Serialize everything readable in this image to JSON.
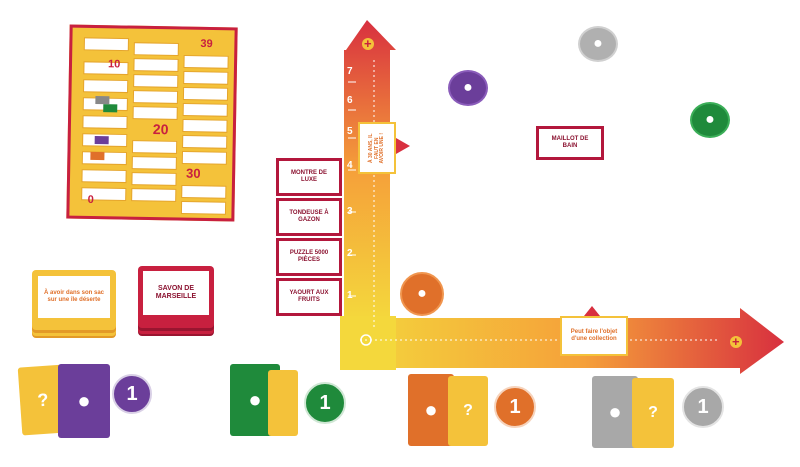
{
  "board": {
    "labels": [
      "39",
      "10",
      "20",
      "30",
      "0"
    ]
  },
  "axis_numbers": [
    "7",
    "6",
    "5",
    "4",
    "3",
    "2",
    "1"
  ],
  "plus_symbols": [
    "+",
    "+"
  ],
  "vertical_scale_card": "À 30 ans, il faut en avoir une !",
  "horizontal_scale_card": "Peut faire l'objet d'une collection",
  "axis_cards": [
    "MONTRE DE LUXE",
    "TONDEUSE À GAZON",
    "PUZZLE 5000 PIÈCES",
    "YAOURT AUX FRUITS"
  ],
  "loose_card": "MAILLOT DE BAIN",
  "deck_yellow": "À avoir dans son sac sur une île déserte",
  "deck_red": "SAVON DE MARSEILLE",
  "player_number": "1",
  "colors": {
    "purple": "#6b3e9a",
    "green": "#1f8a3b",
    "orange": "#e0702a",
    "grey": "#a8a8a8",
    "red": "#c8203f",
    "yellow": "#f4c23a"
  }
}
